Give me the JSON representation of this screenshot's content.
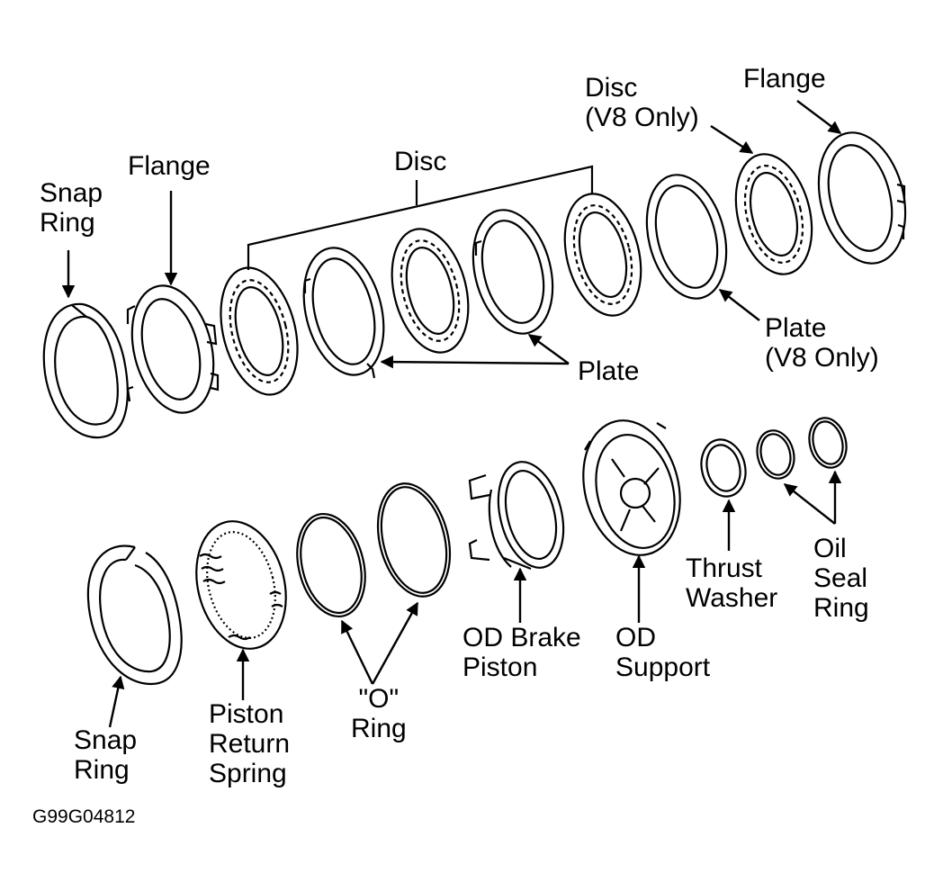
{
  "diagram": {
    "labels": {
      "snap_ring_top": [
        "Snap",
        "Ring"
      ],
      "flange_left": "Flange",
      "disc_center": "Disc",
      "disc_v8": [
        "Disc",
        "(V8 Only)"
      ],
      "flange_right": "Flange",
      "plate_center": "Plate",
      "plate_v8": [
        "Plate",
        "(V8 Only)"
      ],
      "snap_ring_bottom": [
        "Snap",
        "Ring"
      ],
      "piston_return_spring": [
        "Piston",
        "Return",
        "Spring"
      ],
      "o_ring": [
        "\"O\"",
        "Ring"
      ],
      "od_brake_piston": [
        "OD Brake",
        "Piston"
      ],
      "od_support": [
        "OD",
        "Support"
      ],
      "thrust_washer": [
        "Thrust",
        "Washer"
      ],
      "oil_seal_ring": [
        "Oil",
        "Seal",
        "Ring"
      ]
    },
    "reference_code": "G99G04812",
    "line_color": "#000000",
    "background": "#ffffff"
  }
}
